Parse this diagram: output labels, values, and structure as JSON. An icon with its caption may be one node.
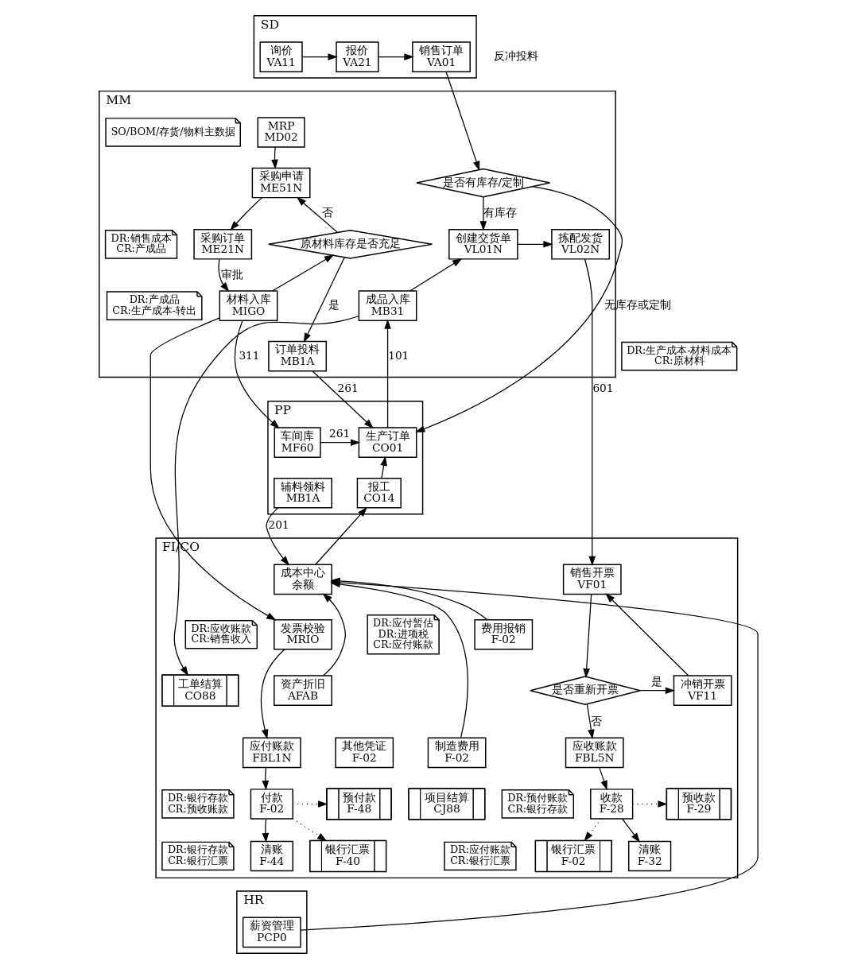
{
  "diagram": {
    "nodes": [
      {
        "text": [
          "SD"
        ]
      },
      {
        "text": [
          "询价",
          "VA11"
        ],
        "in": 0
      },
      {
        "text": [
          "报价",
          "VA21"
        ],
        "in": 0
      },
      {
        "text": [
          "销售订单",
          "VA01"
        ],
        "in": 0
      },
      {
        "text": [
          "MM"
        ]
      },
      {
        "text": [
          "MRP",
          "MD02"
        ],
        "in": 4
      },
      {
        "text": [
          "SO/BOM/存货/物料主数据"
        ],
        "in": 4
      },
      {
        "text": [
          "采购申请",
          "ME51N"
        ],
        "in": 4
      },
      {
        "text": [
          "采购订单",
          "ME21N"
        ],
        "in": 4
      },
      {
        "text": [
          "材料入库",
          "MIGO"
        ],
        "in": 4
      },
      {
        "text": [
          "原材料库存是否充足"
        ],
        "in": 4
      },
      {
        "text": [
          "订单投料",
          "MB1A"
        ],
        "in": 4
      },
      {
        "text": [
          "DR:生产成本-材料成本",
          "CR:原材料"
        ]
      },
      {
        "text": [
          "是否有库存/定制"
        ],
        "in": 4
      },
      {
        "text": [
          "创建交货单",
          "VL01N"
        ],
        "in": 4
      },
      {
        "text": [
          "拣配发货",
          "VL02N"
        ],
        "in": 4
      },
      {
        "text": [
          "DR:销售成本",
          "CR:产成品"
        ],
        "in": 4
      },
      {
        "text": [
          "成品入库",
          "MB31"
        ],
        "in": 4
      },
      {
        "text": [
          "DR:产成品",
          "CR:生产成本-转出"
        ],
        "in": 4
      },
      {
        "text": [
          "PP"
        ]
      },
      {
        "text": [
          "车间库",
          "MF60"
        ],
        "in": 19
      },
      {
        "text": [
          "生产订单",
          "CO01"
        ],
        "in": 19
      },
      {
        "text": [
          "报工",
          "CO14"
        ],
        "in": 19
      },
      {
        "text": [
          "辅料领料",
          "MB1A"
        ],
        "in": 19
      },
      {
        "text": [
          "FI/CO"
        ]
      },
      {
        "text": [
          "成本中心",
          "余额"
        ],
        "in": 24
      },
      {
        "text": [
          "发票校验",
          "MRIO"
        ],
        "in": 24
      },
      {
        "text": [
          "DR:应付暂估",
          "DR:进项税",
          "CR:应付账款"
        ],
        "in": 24
      },
      {
        "text": [
          "费用报销",
          "F-02"
        ],
        "in": 24
      },
      {
        "text": [
          "资产折旧",
          "AFAB"
        ],
        "in": 24
      },
      {
        "text": [
          "制造费用",
          "F-02"
        ],
        "in": 24
      },
      {
        "text": [
          "应付账款",
          "FBL1N"
        ],
        "in": 24
      },
      {
        "text": [
          "付款",
          "F-02"
        ],
        "in": 24
      },
      {
        "text": [
          "预付款",
          "F-48"
        ],
        "in": 24
      },
      {
        "text": [
          "DR:预付账款",
          "CR:银行存款"
        ],
        "in": 24
      },
      {
        "text": [
          "银行汇票",
          "F-40"
        ],
        "in": 24
      },
      {
        "text": [
          "DR:应付账款",
          "CR:银行汇票"
        ],
        "in": 24
      },
      {
        "text": [
          "清账",
          "F-44"
        ],
        "in": 24
      },
      {
        "text": [
          "工单结算",
          "CO88"
        ],
        "in": 24
      },
      {
        "text": [
          "其他凭证",
          "F-02"
        ],
        "in": 24
      },
      {
        "text": [
          "项目结算",
          "CJ88"
        ],
        "in": 24
      },
      {
        "text": [
          "销售开票",
          "VF01"
        ],
        "in": 24
      },
      {
        "text": [
          "DR:应收账款",
          "CR:销售收入"
        ],
        "in": 24
      },
      {
        "text": [
          "是否重新开票"
        ],
        "in": 24
      },
      {
        "text": [
          "冲销开票",
          "VF11"
        ],
        "in": 24
      },
      {
        "text": [
          "应收账款",
          "FBL5N"
        ],
        "in": 24
      },
      {
        "text": [
          "收款",
          "F-28"
        ],
        "in": 24
      },
      {
        "text": [
          "预收款",
          "F-29"
        ],
        "in": 24
      },
      {
        "text": [
          "DR:银行存款",
          "CR:预收账款"
        ],
        "in": 24
      },
      {
        "text": [
          "银行汇票",
          "F-02"
        ],
        "in": 24
      },
      {
        "text": [
          "DR:银行存款",
          "CR:银行汇票"
        ],
        "in": 24
      },
      {
        "text": [
          "清账",
          "F-32"
        ],
        "in": 24
      },
      {
        "text": [
          "HR"
        ]
      },
      {
        "text": [
          "薪资管理",
          "PCP0"
        ],
        "in": 52
      }
    ],
    "edges": [
      {
        "from": 1,
        "to": 2,
        "arrow": "to"
      },
      {
        "from": 2,
        "to": 3,
        "arrow": "to"
      },
      {
        "from": 3,
        "to": 13,
        "arrow": "to"
      },
      {
        "from": 5,
        "to": 7,
        "arrow": "to"
      },
      {
        "from": 7,
        "to": 8,
        "arrow": "to"
      },
      {
        "from": 8,
        "to": 9,
        "arrow": "to",
        "label": "审批"
      },
      {
        "from": 9,
        "to": 10,
        "arrow": "to"
      },
      {
        "from": 10,
        "to": 7,
        "arrow": "to",
        "label": "否"
      },
      {
        "from": 10,
        "to": 11,
        "arrow": "to",
        "label": "是"
      },
      {
        "from": 13,
        "to": 14,
        "arrow": "to",
        "label": "有库存"
      },
      {
        "from": 13,
        "to": 21,
        "arrow": "to",
        "label": "无库存或定制"
      },
      {
        "from": 14,
        "to": 15,
        "arrow": "to"
      },
      {
        "from": 17,
        "to": 14,
        "arrow": "to"
      },
      {
        "from": 15,
        "to": 41,
        "arrow": "to",
        "label": "601"
      },
      {
        "from": 21,
        "to": 17,
        "arrow": "to",
        "label": "101"
      },
      {
        "from": 17,
        "to": 38,
        "arrow": "to"
      },
      {
        "from": 9,
        "to": 20,
        "arrow": "to",
        "label": "311"
      },
      {
        "from": 9,
        "to": 26,
        "arrow": "to"
      },
      {
        "from": 11,
        "to": 21,
        "arrow": "to",
        "label": "261"
      },
      {
        "from": 20,
        "to": 21,
        "arrow": "to",
        "label": "261"
      },
      {
        "from": 22,
        "to": 21,
        "arrow": "to"
      },
      {
        "from": 25,
        "to": 22,
        "arrow": "to"
      },
      {
        "from": 23,
        "to": 25,
        "arrow": "to",
        "label": "201"
      },
      {
        "from": 28,
        "to": 25,
        "arrow": "to"
      },
      {
        "from": 29,
        "to": 25,
        "arrow": "to"
      },
      {
        "from": 30,
        "to": 25,
        "arrow": "to"
      },
      {
        "from": 53,
        "to": 25,
        "arrow": "to"
      },
      {
        "from": 26,
        "to": 31,
        "arrow": "to"
      },
      {
        "from": 31,
        "to": 32,
        "arrow": "to"
      },
      {
        "from": 32,
        "to": 33,
        "arrow": "to",
        "style": "dashed"
      },
      {
        "from": 32,
        "to": 35,
        "arrow": "to",
        "style": "dashed"
      },
      {
        "from": 32,
        "to": 37,
        "arrow": "to"
      },
      {
        "from": 41,
        "to": 43,
        "arrow": "to"
      },
      {
        "from": 43,
        "to": 44,
        "arrow": "to",
        "label": "是"
      },
      {
        "from": 44,
        "to": 41,
        "arrow": "to"
      },
      {
        "from": 43,
        "to": 45,
        "arrow": "to",
        "label": "否"
      },
      {
        "from": 45,
        "to": 46,
        "arrow": "to"
      },
      {
        "from": 46,
        "to": 47,
        "arrow": "to",
        "style": "dashed"
      },
      {
        "from": 46,
        "to": 49,
        "arrow": "to",
        "style": "dashed"
      },
      {
        "from": 46,
        "to": 51,
        "arrow": "to"
      }
    ],
    "labels": [
      "反冲投料"
    ]
  }
}
